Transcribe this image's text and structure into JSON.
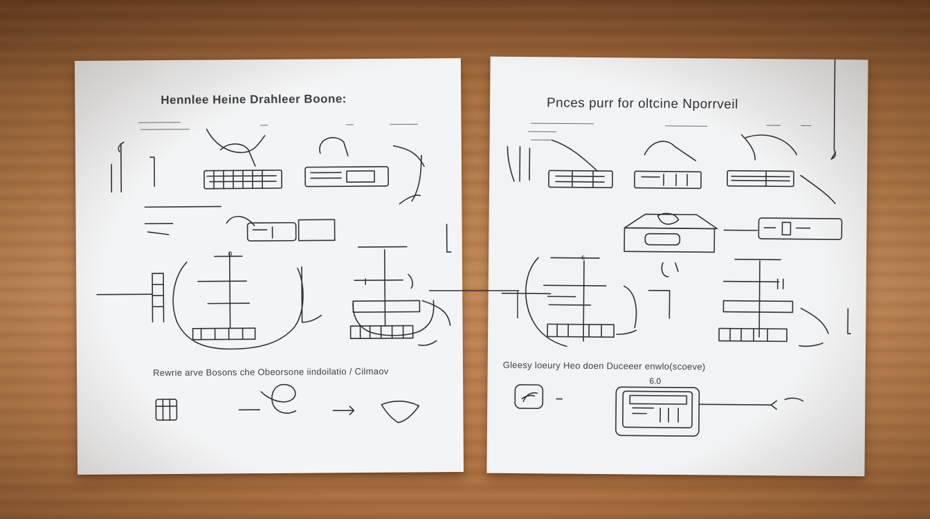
{
  "left_sheet": {
    "title": "Hennlee Heine Drahleer Boone:",
    "caption": "Rewrie arve Bosons che Obeorsone iindoilatio / Cilmaov"
  },
  "right_sheet": {
    "title": "Pnces purr for oltcine Nporrveil",
    "caption": "Gleesy loeury Heo doen Duceeer enwlo(scoeve)",
    "number": "6.0"
  },
  "colors": {
    "ink": "#2c2f35",
    "paper": "#f3f4f5",
    "wood": "#b07a4e"
  }
}
